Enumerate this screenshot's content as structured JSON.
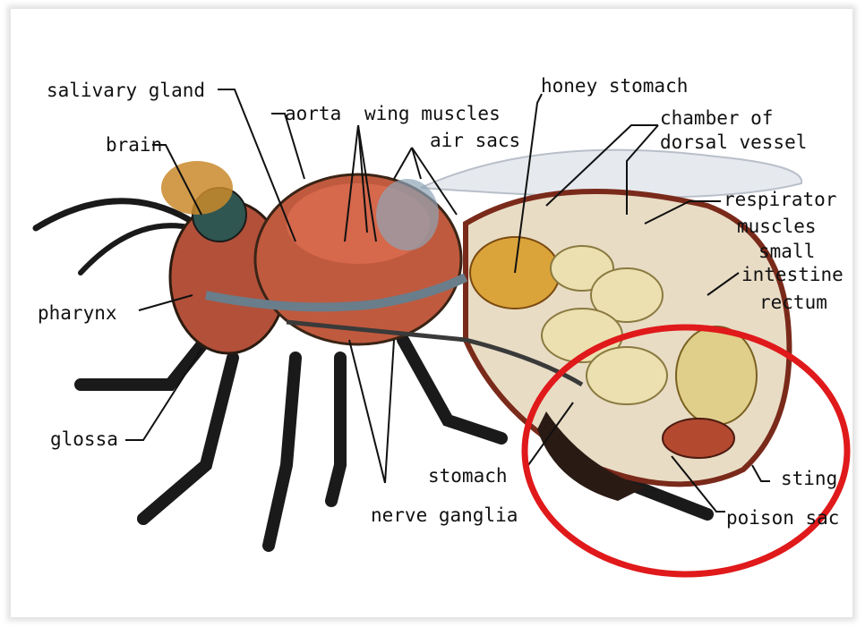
{
  "labels": {
    "salivary_gland": "salivary gland",
    "aorta": "aorta",
    "wing_muscles": "wing muscles",
    "air_sacs": "air sacs",
    "honey_stomach": "honey stomach",
    "chamber_of": "chamber of",
    "dorsal_vessel": "dorsal vessel",
    "brain": "brain",
    "respirator": "respirator",
    "muscles": "muscles",
    "small": "small",
    "intestine": "intestine",
    "rectum": "rectum",
    "pharynx": "pharynx",
    "glossa": "glossa",
    "stomach": "stomach",
    "sting": "sting",
    "nerve_ganglia": "nerve ganglia",
    "poison_sac": "poison sac"
  },
  "colors": {
    "highlight_circle": "#e0191b",
    "leader_lines": "#111111"
  }
}
